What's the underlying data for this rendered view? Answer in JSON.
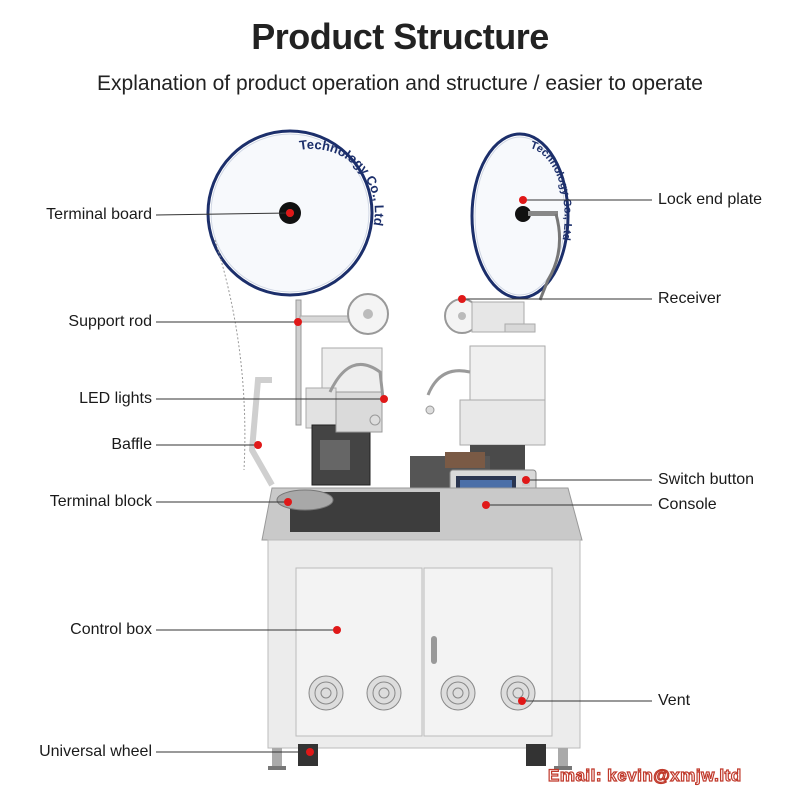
{
  "header": {
    "title": "Product Structure",
    "subtitle": "Explanation of product operation and structure / easier to operate"
  },
  "reel_text": {
    "left": "Technology Co., Ltd",
    "right": "Technology Co., Ltd"
  },
  "labels_left": [
    "Terminal board",
    "Support rod",
    "LED lights",
    "Baffle",
    "Terminal block",
    "Control box",
    "Universal wheel"
  ],
  "labels_right": [
    "Lock end plate",
    "Receiver",
    "Switch button",
    "Console",
    "Vent"
  ],
  "footer": {
    "email": "Email: kevin@xmjw.ltd"
  },
  "colors": {
    "callout_dot": "#e01818",
    "leader_line": "#333333",
    "reel_rim": "#1c2f6b",
    "cabinet": "#e9e9e9",
    "email_outline": "#c0392b"
  }
}
